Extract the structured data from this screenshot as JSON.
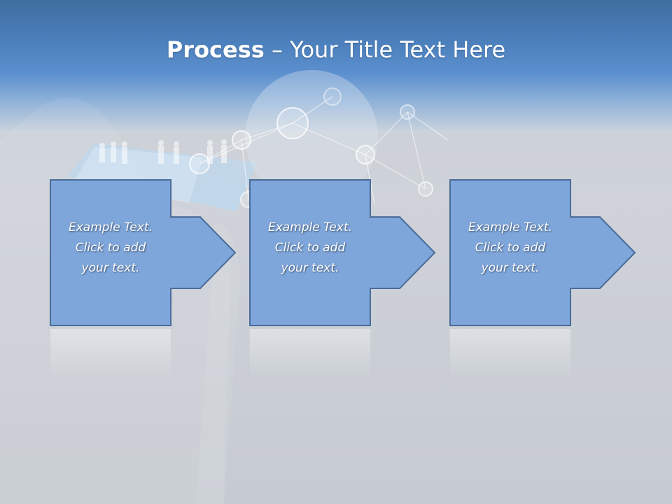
{
  "slide": {
    "title_bold": "Process",
    "title_rest": " – Your Title Text Here"
  },
  "steps": [
    {
      "line1": "Example Text.",
      "line2": "Click  to add",
      "line3": "your text."
    },
    {
      "line1": "Example Text.",
      "line2": "Click  to add",
      "line3": "your text."
    },
    {
      "line1": "Example Text.",
      "line2": "Click  to add",
      "line3": "your text."
    }
  ],
  "colors": {
    "box_fill": "#7ea6db",
    "box_stroke": "#4a6c98",
    "title_band": "#4b7fbb"
  }
}
